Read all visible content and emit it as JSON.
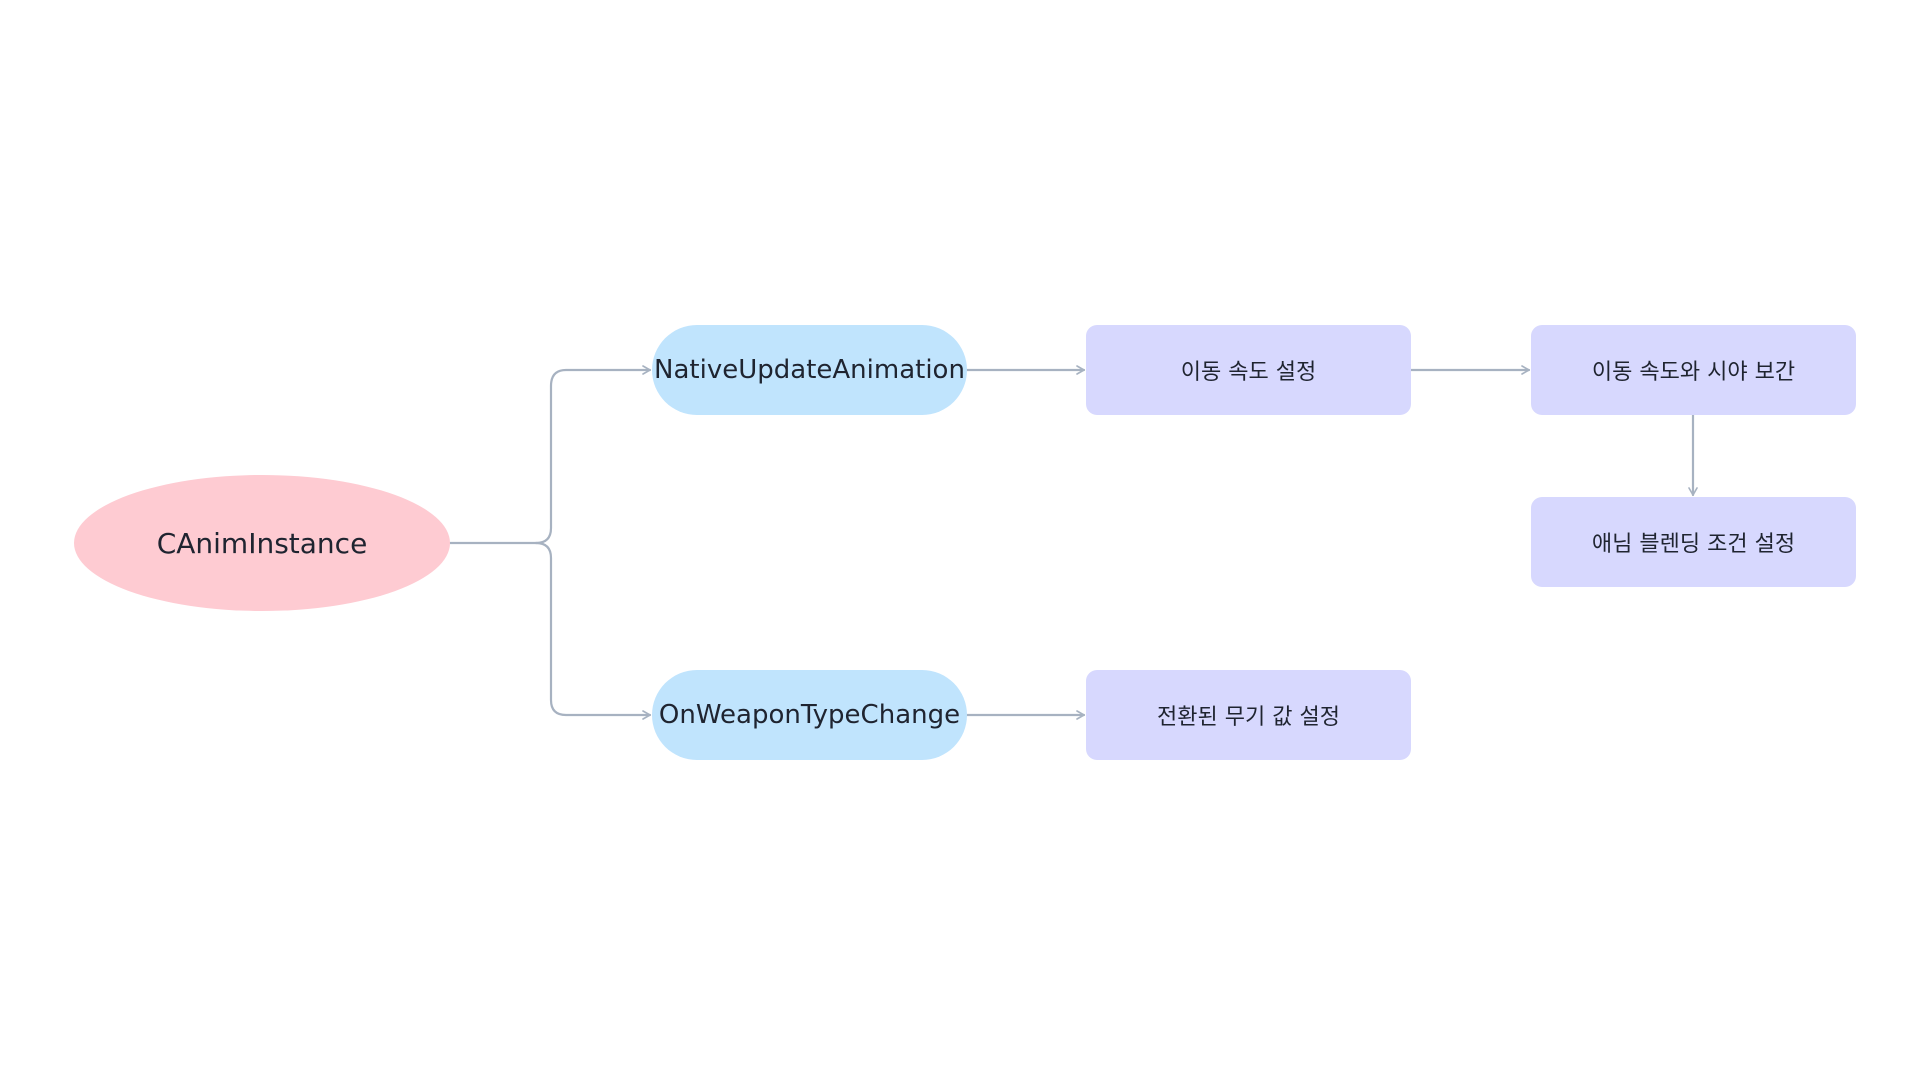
{
  "diagram": {
    "line_color": "#a7b2c1",
    "root": {
      "label": "CAnimInstance",
      "fill": "#fecbd2"
    },
    "functions": [
      {
        "label": "NativeUpdateAnimation",
        "fill": "#c0e4fd",
        "steps": [
          {
            "label": "이동 속도 설정"
          },
          {
            "label": "이동 속도와 시야 보간"
          },
          {
            "label": "애님 블렌딩 조건 설정"
          }
        ]
      },
      {
        "label": "OnWeaponTypeChange",
        "fill": "#c0e4fd",
        "steps": [
          {
            "label": "전환된 무기 값 설정"
          }
        ]
      }
    ],
    "step_fill": "#d7d8fe"
  }
}
